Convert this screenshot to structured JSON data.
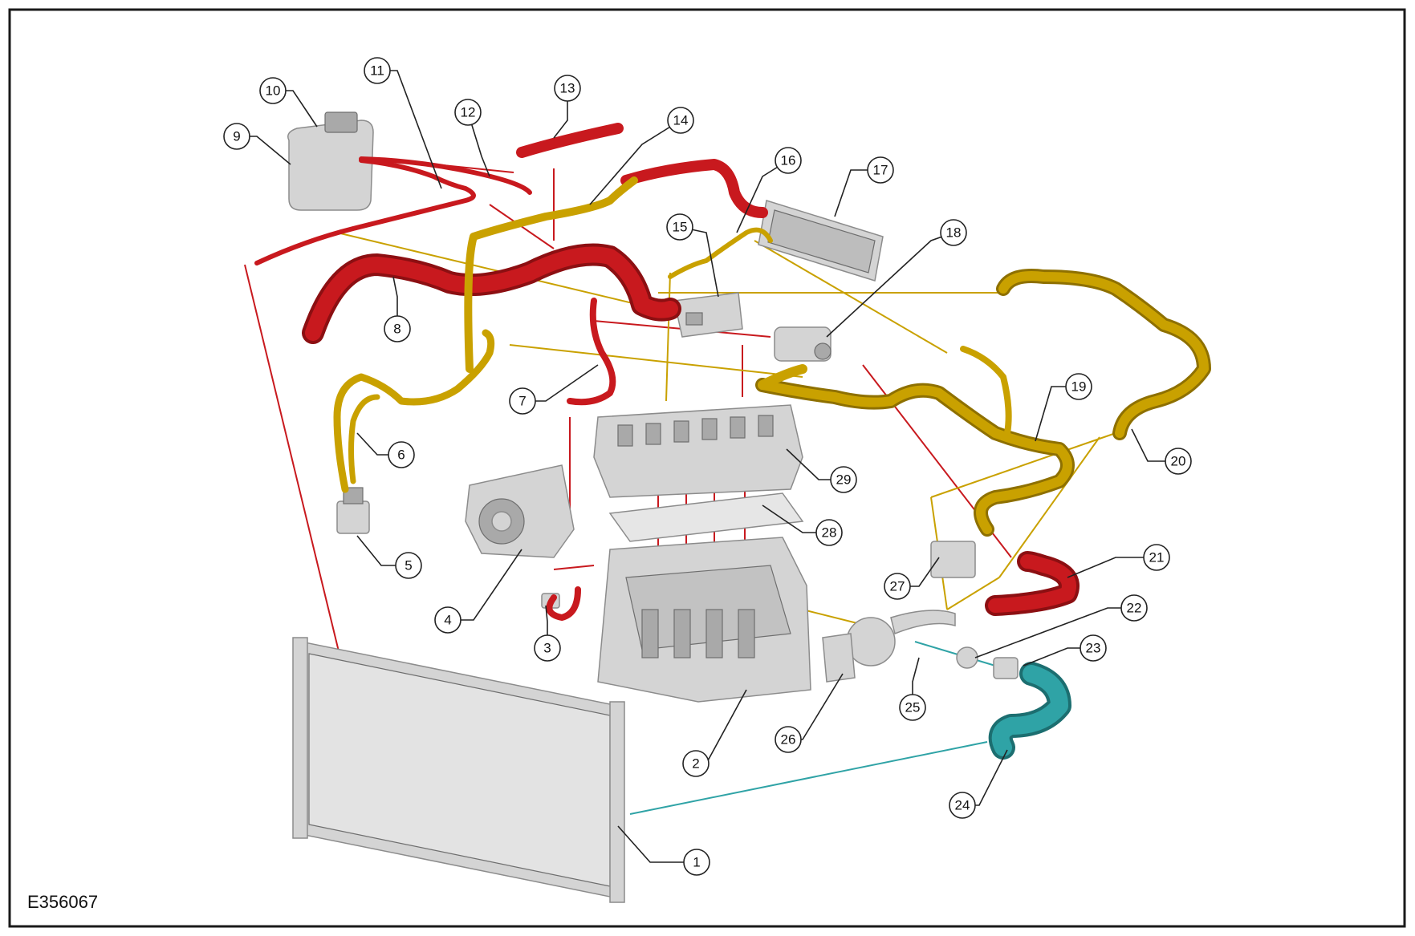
{
  "figure_code": "E356067",
  "colors": {
    "hot_coolant": "#c8191e",
    "hot_coolant_dark": "#8c0f12",
    "warm_coolant": "#c9a100",
    "warm_coolant_dark": "#8e7000",
    "cold_coolant": "#2fa3a6",
    "cold_coolant_dark": "#1c6e70",
    "component_grey": "#d4d4d4"
  },
  "callouts": [
    {
      "label": "1"
    },
    {
      "label": "2"
    },
    {
      "label": "3"
    },
    {
      "label": "4"
    },
    {
      "label": "5"
    },
    {
      "label": "6"
    },
    {
      "label": "7"
    },
    {
      "label": "8"
    },
    {
      "label": "9"
    },
    {
      "label": "10"
    },
    {
      "label": "11"
    },
    {
      "label": "12"
    },
    {
      "label": "13"
    },
    {
      "label": "14"
    },
    {
      "label": "15"
    },
    {
      "label": "16"
    },
    {
      "label": "17"
    },
    {
      "label": "18"
    },
    {
      "label": "19"
    },
    {
      "label": "20"
    },
    {
      "label": "21"
    },
    {
      "label": "22"
    },
    {
      "label": "23"
    },
    {
      "label": "24"
    },
    {
      "label": "25"
    },
    {
      "label": "26"
    },
    {
      "label": "27"
    },
    {
      "label": "28"
    },
    {
      "label": "29"
    }
  ]
}
